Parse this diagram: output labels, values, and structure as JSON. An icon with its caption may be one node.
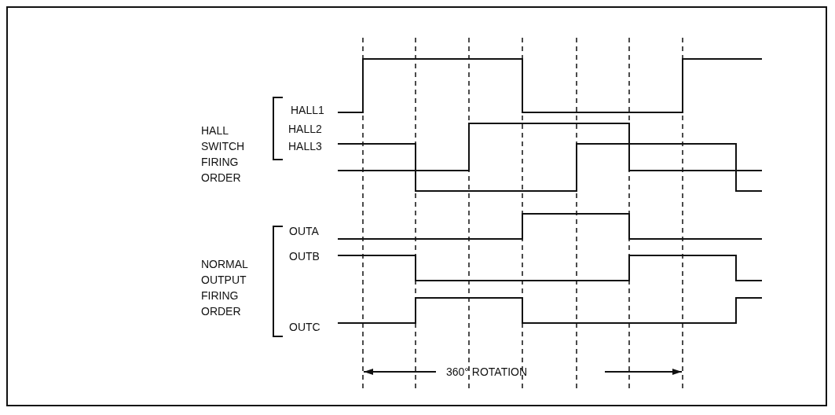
{
  "diagram": {
    "labels": [
      "HALL SWITCH FIRING ORDER",
      "HALL1",
      "HALL2",
      "HALL3",
      "NORMAL OUTPUT FIRING ORDER",
      "OUTA",
      "OUTB",
      "OUTC",
      "360° ROTATION"
    ]
  }
}
